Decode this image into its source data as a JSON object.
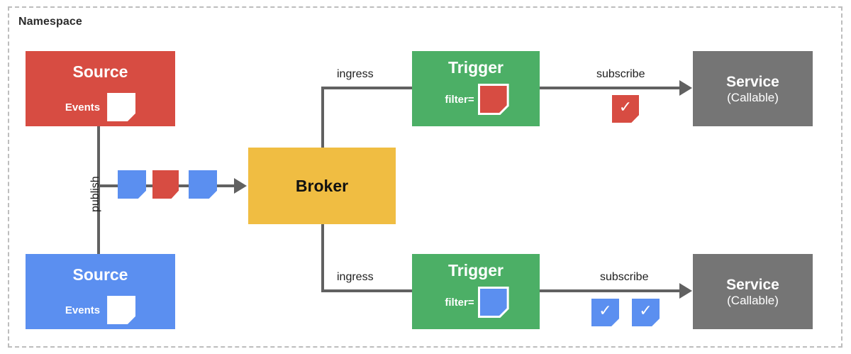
{
  "namespace": {
    "label": "Namespace"
  },
  "nodes": {
    "source_red": {
      "title": "Source",
      "events_label": "Events",
      "color": "#d74c42",
      "note_color": "#ffffff"
    },
    "source_blue": {
      "title": "Source",
      "events_label": "Events",
      "color": "#5b8ff0",
      "note_color": "#ffffff"
    },
    "broker": {
      "title": "Broker",
      "color": "#f0bd42"
    },
    "trigger_top": {
      "title": "Trigger",
      "filter_label": "filter=",
      "color": "#4caf66",
      "filter_note_color": "#d74c42"
    },
    "trigger_bottom": {
      "title": "Trigger",
      "filter_label": "filter=",
      "color": "#4caf66",
      "filter_note_color": "#5b8ff0"
    },
    "service_top": {
      "title": "Service",
      "subtitle": "(Callable)",
      "color": "#757575"
    },
    "service_bottom": {
      "title": "Service",
      "subtitle": "(Callable)",
      "color": "#757575"
    }
  },
  "edges": {
    "publish": "publish",
    "ingress_top": "ingress",
    "ingress_bottom": "ingress",
    "subscribe_top": "subscribe",
    "subscribe_bottom": "subscribe"
  },
  "events_in_flight": [
    {
      "name": "event-note-blue-1",
      "color": "#5b8ff0"
    },
    {
      "name": "event-note-red",
      "color": "#d74c42"
    },
    {
      "name": "event-note-blue-2",
      "color": "#5b8ff0"
    }
  ],
  "delivered_top": [
    {
      "name": "delivered-note-red",
      "color": "#d74c42",
      "glyph": "✓"
    }
  ],
  "delivered_bottom": [
    {
      "name": "delivered-note-blue-1",
      "color": "#5b8ff0",
      "glyph": "✓"
    },
    {
      "name": "delivered-note-blue-2",
      "color": "#5b8ff0",
      "glyph": "✓"
    }
  ],
  "colors": {
    "red": "#d74c42",
    "blue": "#5b8ff0",
    "green": "#4caf66",
    "yellow": "#f0bd42",
    "gray": "#757575",
    "line": "#616161",
    "frame": "#bdbdbd"
  }
}
